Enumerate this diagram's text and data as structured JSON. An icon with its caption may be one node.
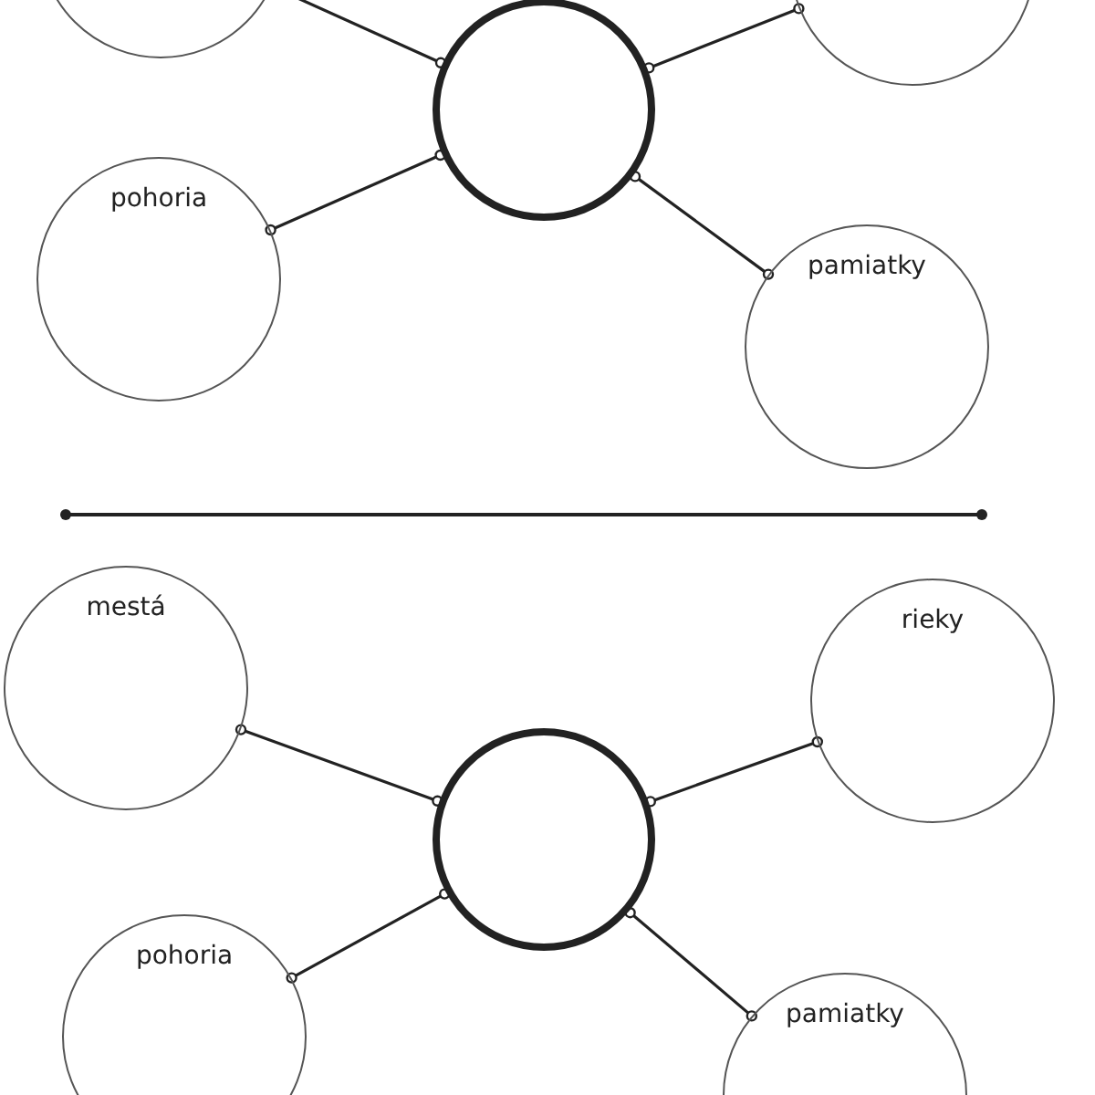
{
  "diagram": {
    "nodes": [
      {
        "text": [],
        "shape": "circle"
      },
      {
        "text": [],
        "shape": "circle"
      },
      {
        "text": [],
        "shape": "circle"
      },
      {
        "text": [
          "pohoria"
        ]
      },
      {
        "text": [
          "pamiatky"
        ]
      },
      {
        "text": [
          "mestá"
        ]
      },
      {
        "text": [
          "rieky"
        ]
      },
      {
        "text": [],
        "shape": "circle"
      },
      {
        "text": [
          "pohoria"
        ]
      },
      {
        "text": [
          "pamiatky"
        ]
      }
    ],
    "edges": [
      {
        "from": 1,
        "to": 0,
        "arrow": "other"
      },
      {
        "from": 1,
        "to": 2,
        "arrow": "other"
      },
      {
        "from": 1,
        "to": 3,
        "arrow": "other"
      },
      {
        "from": 1,
        "to": 4,
        "arrow": "other"
      },
      {
        "from": 7,
        "to": 5,
        "arrow": "other"
      },
      {
        "from": 7,
        "to": 6,
        "arrow": "other"
      },
      {
        "from": 7,
        "to": 8,
        "arrow": "other"
      },
      {
        "from": 7,
        "to": 9,
        "arrow": "other"
      }
    ]
  }
}
